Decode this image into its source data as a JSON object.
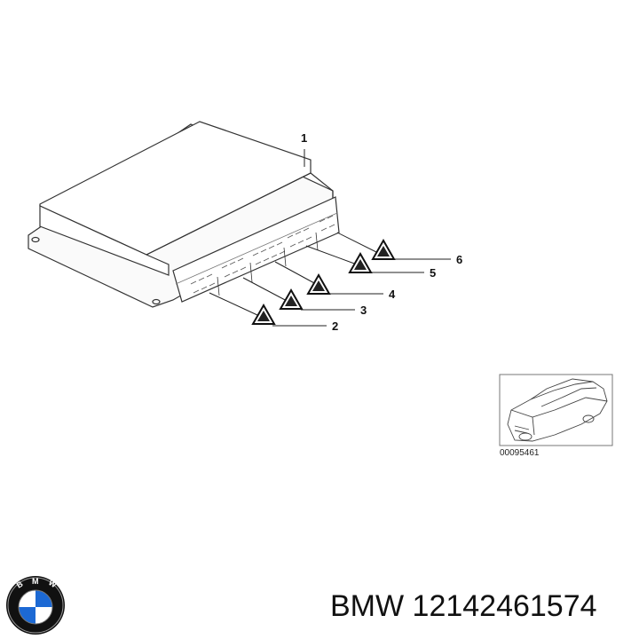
{
  "diagram": {
    "callouts": [
      "1",
      "2",
      "3",
      "4",
      "5",
      "6"
    ],
    "reference_code": "00095461"
  },
  "caption": {
    "brand": "BMW",
    "part_number": "12142461574",
    "full": "BMW 12142461574"
  },
  "logo": {
    "name": "bmw-roundel-icon",
    "letters": "BMW",
    "colors": {
      "ring": "#111111",
      "blue": "#1c69d4",
      "white": "#ffffff"
    }
  }
}
